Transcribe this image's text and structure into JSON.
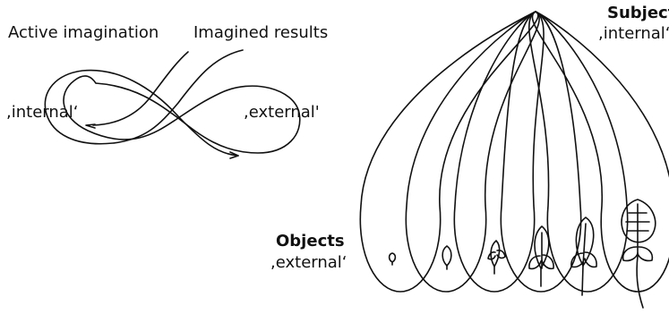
{
  "left_diagram": {
    "active_imagination": "Active imagination",
    "imagined_results": "Imagined results",
    "internal": ",internal‘",
    "external": ",external'"
  },
  "right_diagram": {
    "subject_title": "Subject",
    "subject_sub": ",internal‘",
    "objects_title": "Objects",
    "objects_sub": ",external‘"
  },
  "colors": {
    "line": "#111111",
    "text": "#111111",
    "background": "#ffffff"
  }
}
